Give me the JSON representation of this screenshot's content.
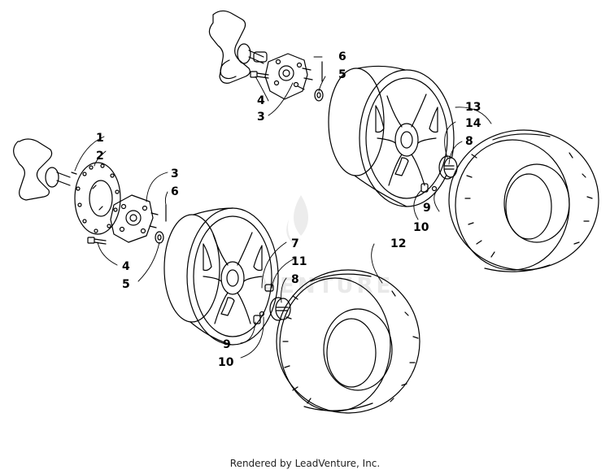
{
  "callouts": {
    "c1": "1",
    "c2": "2",
    "c3a": "3",
    "c6a": "6",
    "c4a": "4",
    "c5a": "5",
    "c6b": "6",
    "c5b": "5",
    "c4b": "4",
    "c3b": "3",
    "c13": "13",
    "c14": "14",
    "c8a": "8",
    "c9a": "9",
    "c10a": "10",
    "c12": "12",
    "c7": "7",
    "c11": "11",
    "c8b": "8",
    "c9b": "9",
    "c10b": "10"
  },
  "watermark": "VENTURE",
  "footer": "Rendered by LeadVenture, Inc."
}
